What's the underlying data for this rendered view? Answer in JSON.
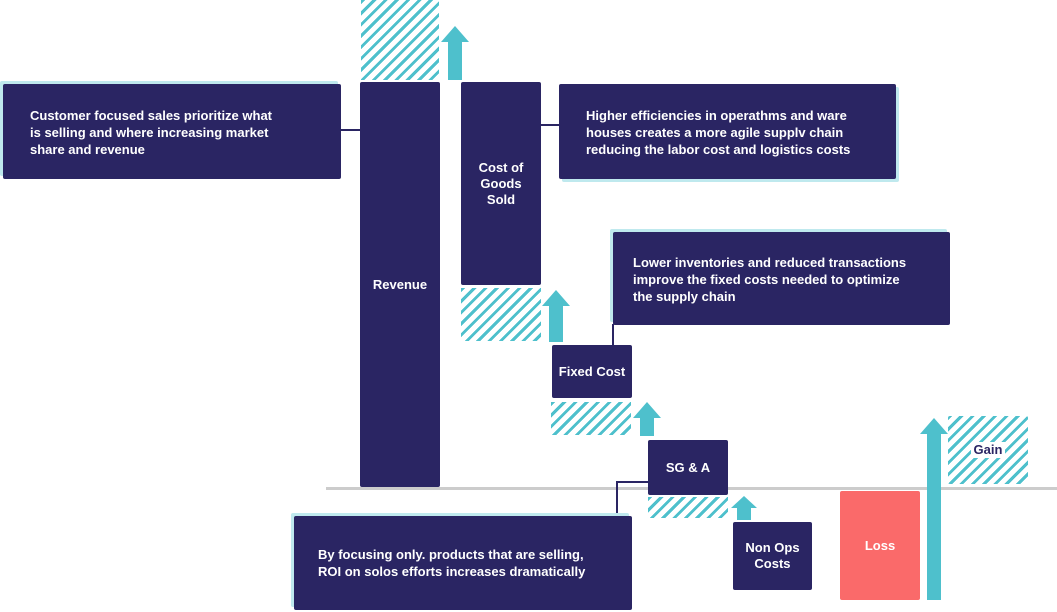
{
  "colors": {
    "navy": "#2a2563",
    "teal": "#4ec0cc",
    "loss": "#fa6a6a",
    "baseline": "#cccccc",
    "shadow": "#bfe9ee"
  },
  "bars": {
    "revenue": "Revenue",
    "cogs_line1": "Cost of",
    "cogs_line2": "Goods",
    "cogs_line3": "Sold",
    "fixed_cost": "Fixed Cost",
    "sga": "SG & A",
    "non_ops_line1": "Non Ops",
    "non_ops_line2": "Costs",
    "loss": "Loss",
    "gain": "Gain"
  },
  "callouts": {
    "revenue_line1": "Customer focused sales prioritize what",
    "revenue_line2": "is selling and where increasing market",
    "revenue_line3": "share and revenue",
    "cogs_line1": "Higher efficiencies in operathms and ware",
    "cogs_line2": "houses creates a more agile supplv chain",
    "cogs_line3": "reducing the labor cost and logistics costs",
    "fixed_line1": "Lower inventories and reduced transactions",
    "fixed_line2": "improve the fixed costs needed to optimize",
    "fixed_line3": "the supply chain",
    "sga_line1": "By focusing only. products that are selling,",
    "sga_line2": "ROI on solos efforts increases dramatically"
  }
}
